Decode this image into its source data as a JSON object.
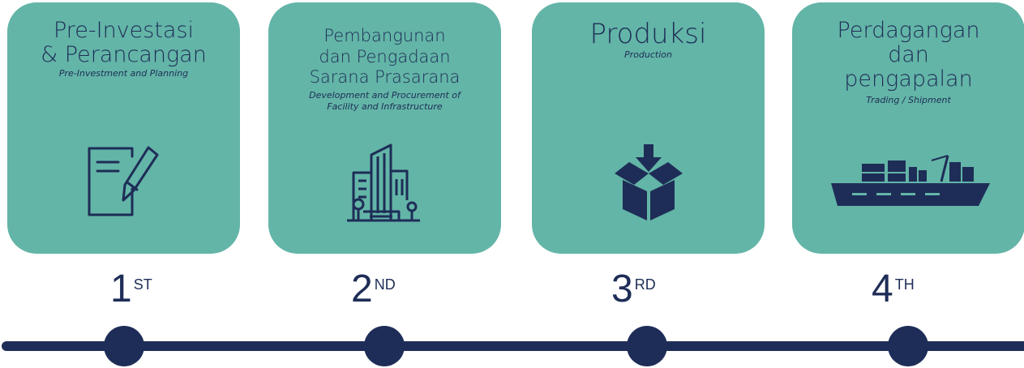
{
  "steps": [
    {
      "title_lines": [
        "Pre-Investasi",
        "& Perancangan"
      ],
      "subtitle_lines": [
        "Pre-Investment and Planning"
      ],
      "icon": "document-pencil-icon",
      "ordinal_number": "1",
      "ordinal_suffix": "ST"
    },
    {
      "title_lines": [
        "Pembangunan",
        "dan Pengadaan",
        "Sarana Prasarana"
      ],
      "subtitle_lines": [
        "Development and Procurement of",
        "Facility and Infrastructure"
      ],
      "icon": "buildings-icon",
      "ordinal_number": "2",
      "ordinal_suffix": "ND"
    },
    {
      "title_lines": [
        "Produksi"
      ],
      "subtitle_lines": [
        "Production"
      ],
      "icon": "box-arrow-down-icon",
      "ordinal_number": "3",
      "ordinal_suffix": "RD"
    },
    {
      "title_lines": [
        "Perdagangan",
        "dan",
        "pengapalan"
      ],
      "subtitle_lines": [
        "Trading / Shipment"
      ],
      "icon": "cargo-ship-icon",
      "ordinal_number": "4",
      "ordinal_suffix": "TH"
    }
  ],
  "colors": {
    "card": "#63b5a7",
    "navy": "#1e2d57",
    "background": "#ffffff"
  }
}
